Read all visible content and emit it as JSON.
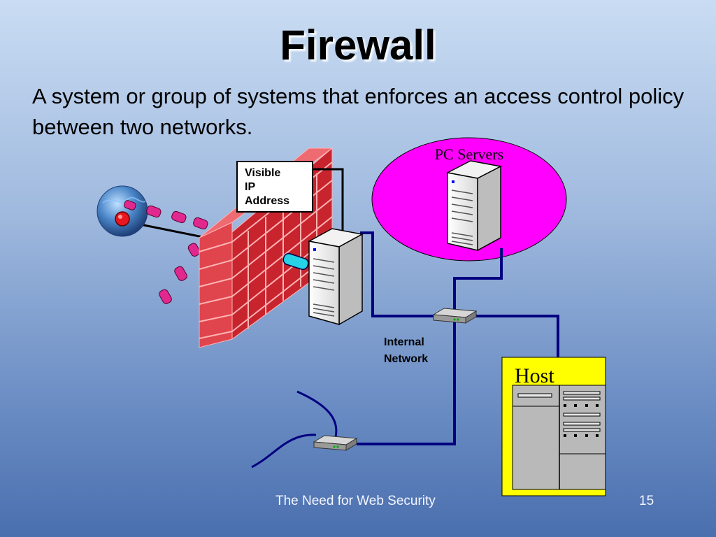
{
  "slide": {
    "title": "Firewall",
    "subtitle": "A system or group of systems that enforces an access control policy between two networks.",
    "footer": "The Need for Web Security",
    "page_number": "15"
  },
  "labels": {
    "visible_ip_line1": "Visible",
    "visible_ip_line2": "IP",
    "visible_ip_line3": "Address",
    "pc_servers": "PC Servers",
    "internal_network_line1": "Internal",
    "internal_network_line2": "Network",
    "host": "Host"
  },
  "colors": {
    "brick": "#d9333e",
    "brick_mortar": "#ffb3b3",
    "packet": "#e0288e",
    "pc_servers_ellipse": "#ff00ff",
    "host_box": "#ffff00",
    "network_line": "#000080",
    "globe": "#4a86c8"
  }
}
